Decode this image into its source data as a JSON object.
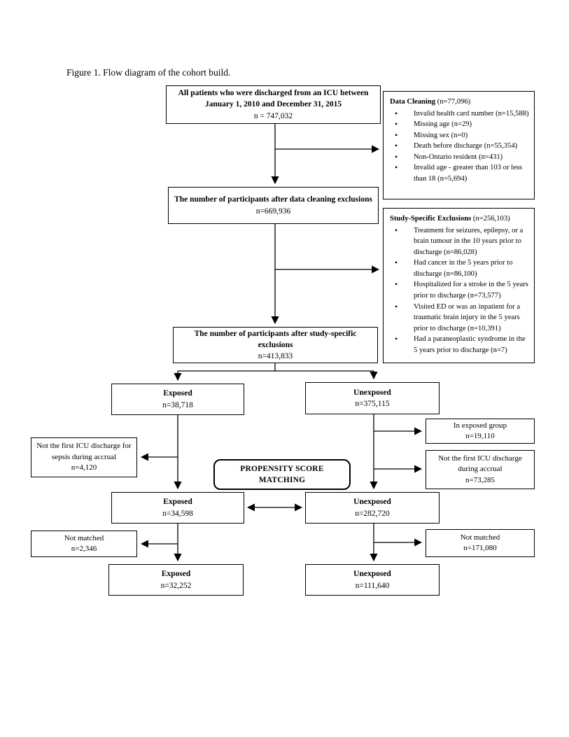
{
  "figure": {
    "caption": "Figure 1. Flow diagram of the cohort build."
  },
  "flow": {
    "top_box": {
      "title": "All patients who were discharged from an ICU between January 1, 2010 and December 31, 2015",
      "n": "n = 747,032"
    },
    "data_cleaning": {
      "title": "Data Cleaning",
      "n": "(n=77,096)",
      "bullets": [
        "Invalid health card number (n=15,588)",
        "Missing age (n=29)",
        "Missing sex (n=0)",
        "Death before discharge (n=55,354)",
        "Non-Ontario resident (n=431)",
        "Invalid age - greater than 103 or less than 18 (n=5,694)"
      ]
    },
    "after_data_cleaning": {
      "title": "The number of participants after data cleaning exclusions",
      "n": "n=669,936"
    },
    "study_specific": {
      "title": "Study-Specific Exclusions",
      "n": "(n=256,103)",
      "bullets": [
        "Treatment for seizures, epilepsy, or a brain tumour in the 10 years prior to discharge (n=86,028)",
        "Had cancer in the 5 years prior to discharge (n=86,100)",
        "Hospitalized for a stroke in the 5 years prior to discharge (n=73,577)",
        "Visited ED or was an inpatient for a traumatic brain injury in the 5 years prior to discharge (n=10,391)",
        "Had a paraneoplastic syndrome in the 5 years prior to discharge (n=7)"
      ]
    },
    "after_study_specific": {
      "title": "The number of participants after study-specific exclusions",
      "n": "n=413,833"
    },
    "exposed_1": {
      "title": "Exposed",
      "n": "n=38,718"
    },
    "unexposed_1": {
      "title": "Unexposed",
      "n": "n=375,115"
    },
    "in_exposed_group": {
      "text": "In exposed group",
      "n": "n=19,110"
    },
    "not_first_icu_unexposed": {
      "text": "Not the first ICU discharge during accrual",
      "n": "n=73,285"
    },
    "not_first_icu_sepsis": {
      "text": "Not the first ICU discharge for sepsis during accrual",
      "n": "n=4,120"
    },
    "propensity_matching": {
      "label": "PROPENSITY SCORE MATCHING"
    },
    "exposed_2": {
      "title": "Exposed",
      "n": "n=34,598"
    },
    "unexposed_2": {
      "title": "Unexposed",
      "n": "n=282,720"
    },
    "not_matched_exposed": {
      "text": "Not matched",
      "n": "n=2,346"
    },
    "not_matched_unexposed": {
      "text": "Not matched",
      "n": "n=171,080"
    },
    "exposed_3": {
      "title": "Exposed",
      "n": "n=32,252"
    },
    "unexposed_3": {
      "title": "Unexposed",
      "n": "n=111,640"
    }
  }
}
